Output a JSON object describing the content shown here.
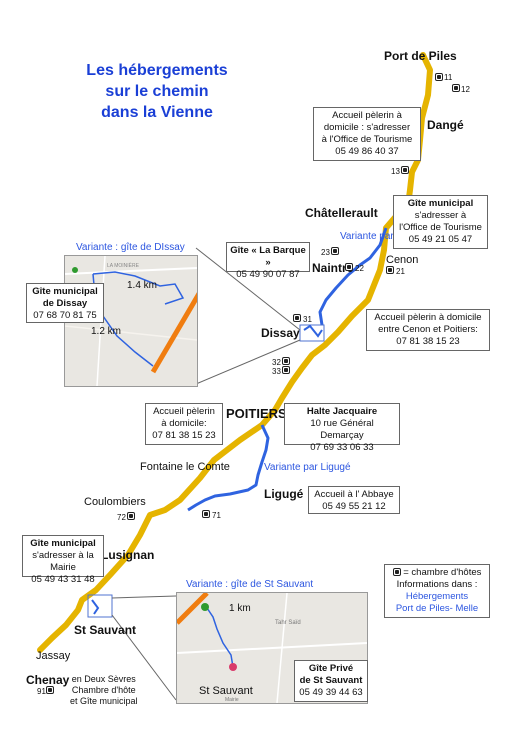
{
  "title": {
    "line1": "Les hébergements",
    "line2": "sur le chemin",
    "line3": "dans la Vienne"
  },
  "towns": {
    "port_de_piles": "Port de Piles",
    "dange": "Dangé",
    "chatellerault": "Châtellerault",
    "naintre": "Naintré",
    "cenon": "Cenon",
    "dissay": "Dissay",
    "poitiers": "POITIERS",
    "fontaine": "Fontaine le Comte",
    "coulombiers": "Coulombiers",
    "liguge": "Ligugé",
    "lusignan": "Lusignan",
    "st_sauvant": "St Sauvant",
    "jassay": "Jassay",
    "chenay": "Chenay",
    "chenay_note1": "en Deux Sèvres",
    "chenay_note2": "Chambre d'hôte",
    "chenay_note3": "et Gîte municipal"
  },
  "route_labels": {
    "naintre": "Variante par Naintré",
    "liguge": "Variante par Ligugé",
    "dissay_inset": "Variante : gîte de DIssay",
    "st_sauvant_inset": "Variante : gîte de St Sauvant"
  },
  "numbers": {
    "n11": "11",
    "n12": "12",
    "n13": "13",
    "n23": "23",
    "n22": "22",
    "n21": "21",
    "n31": "31",
    "n32": "32",
    "n33": "33",
    "n71": "71",
    "n72": "72",
    "n91": "91"
  },
  "boxes": {
    "office_tourisme": {
      "l1": "Accueil pèlerin à",
      "l2": "domicile : s'adresser",
      "l3": "à l'Office de Tourisme",
      "l4": "05 49 86 40 37"
    },
    "gite_chatellerault": {
      "l1": "Gîte municipal",
      "l2": "s'adresser à",
      "l3": "l'Office de Tourisme",
      "l4": "05 49 21 05 47"
    },
    "gite_barque": {
      "l1": "Gîte « La Barque »",
      "l2": "05 49 90 07 87"
    },
    "cenon_poitiers": {
      "l1": "Accueil pèlerin à domicile",
      "l2": "entre Cenon et Poitiers:",
      "l3": "07 81 38 15 23"
    },
    "gite_dissay": {
      "l1": "Gîte municipal",
      "l2": "de Dissay",
      "l3": "07 68 70 81 75"
    },
    "accueil_poitiers": {
      "l1": "Accueil pèlerin",
      "l2": "à domicile:",
      "l3": "07 81 38 15 23"
    },
    "halte_jacquaire": {
      "l1": "Halte Jacquaire",
      "l2": "10 rue Général Demarçay",
      "l3": "07 69 33 06 33"
    },
    "abbaye": {
      "l1": "Accueil à l' Abbaye",
      "l2": "05 49 55 21 12"
    },
    "gite_lusignan": {
      "l1": "Gîte municipal",
      "l2": "s'adresser à la Mairie",
      "l3": "05 49 43 31 48"
    },
    "legend": {
      "l1": "= chambre d'hôtes",
      "l2": "Informations dans :",
      "l3": "Hébergements",
      "l4": "Port de Piles- Melle"
    },
    "gite_prive": {
      "l1": "Gîte Privé",
      "l2": "de St Sauvant",
      "l3": "05 49 39 44 63"
    }
  },
  "inset_dissay": {
    "d1": "1.4 km",
    "d2": "1.2 km",
    "map_label": "LA MOINIÈRE"
  },
  "inset_st_sauvant": {
    "d1": "1 km",
    "town": "St Sauvant",
    "map_label": "Tahr Saïd",
    "map_label2": "Mairie"
  },
  "colors": {
    "route": "#e5b400",
    "variant": "#2f63e0",
    "title": "#1a3fd6",
    "orange": "#f07d10"
  }
}
